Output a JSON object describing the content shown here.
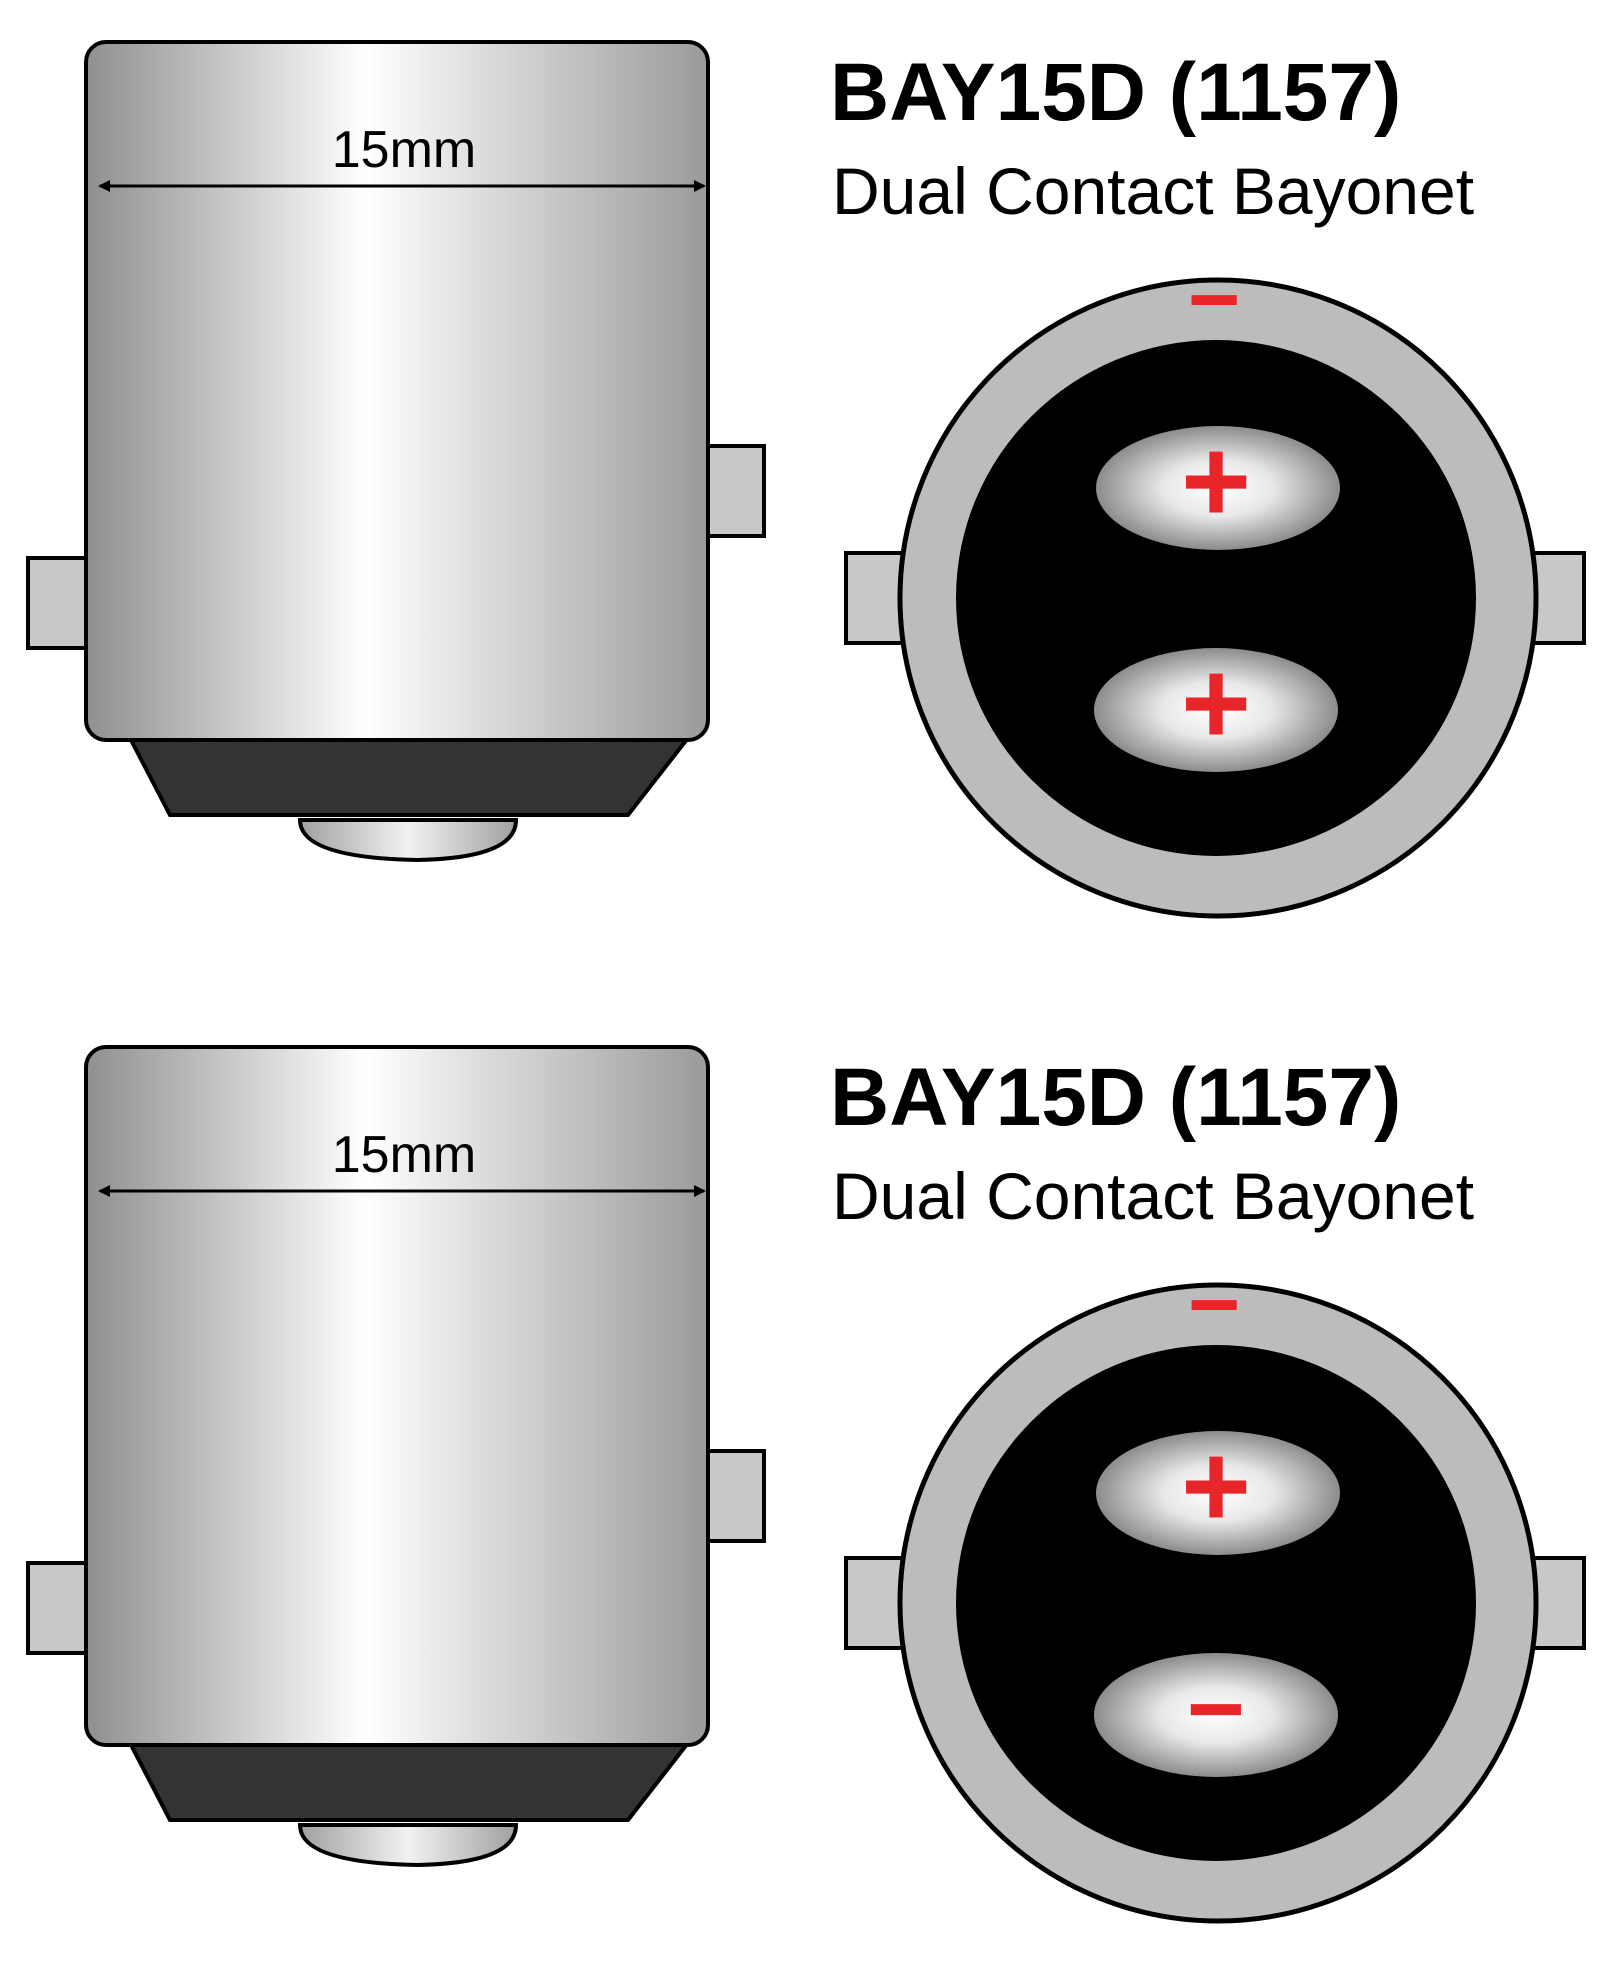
{
  "colors": {
    "background": "#ffffff",
    "polarity": "#e8262a",
    "bulb_base_face": "#000000",
    "bulb_base_ring": "#bcbcbc",
    "metal_light": "#ffffff",
    "metal_dark": "#9a9a9a",
    "insulator": "#333333",
    "outline": "#000000"
  },
  "panels": [
    {
      "title": "BAY15D (1157)",
      "subtitle": "Dual Contact Bayonet",
      "dimension_label": "15mm",
      "shell_polarity": "−",
      "upper_contact_polarity": "+",
      "lower_contact_polarity": "+"
    },
    {
      "title": "BAY15D (1157)",
      "subtitle": "Dual Contact Bayonet",
      "dimension_label": "15mm",
      "shell_polarity": "−",
      "upper_contact_polarity": "+",
      "lower_contact_polarity": "−"
    }
  ]
}
